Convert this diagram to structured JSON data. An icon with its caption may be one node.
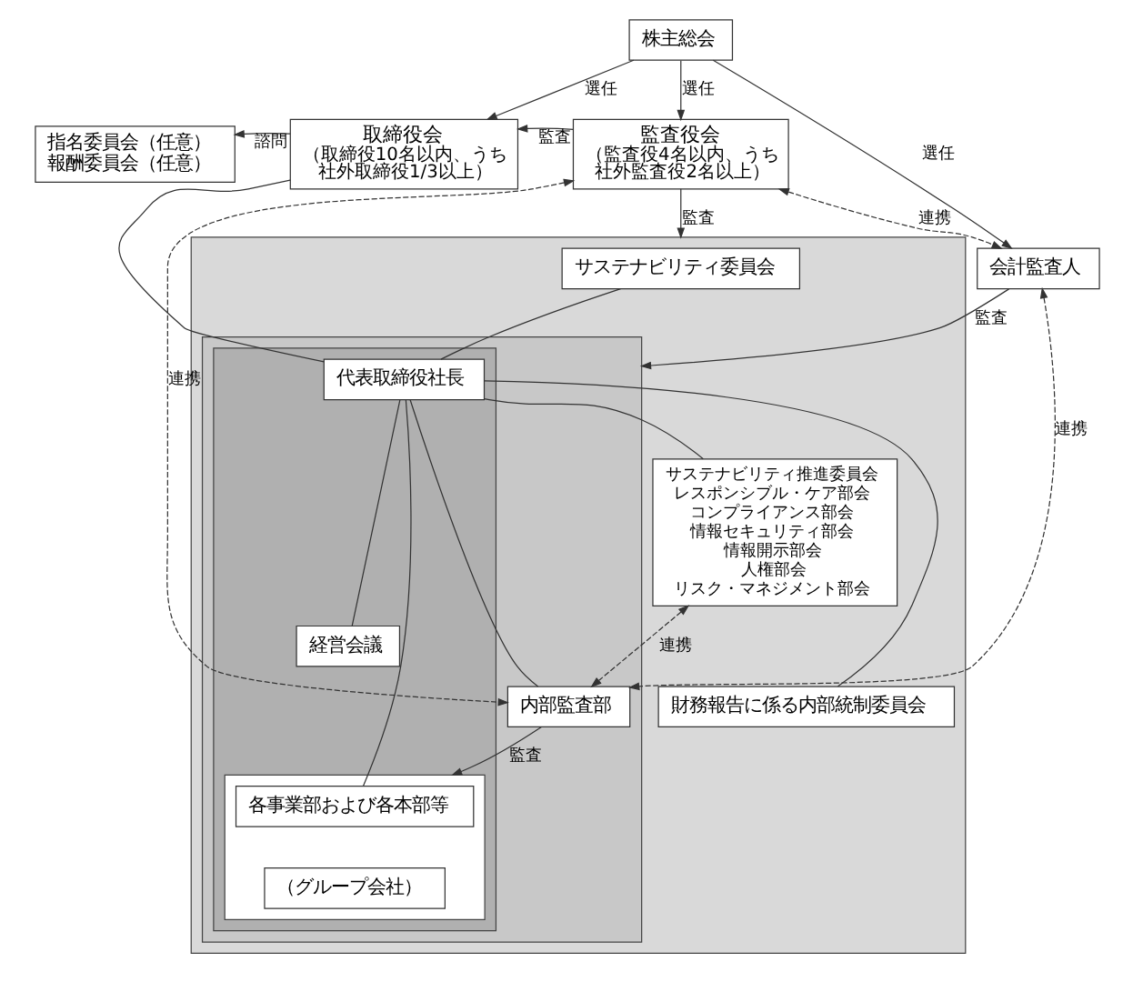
{
  "diagram": {
    "nodes": [
      {
        "text": [
          "株主総会"
        ]
      },
      {
        "text": [
          "指名委員会（任意）報酬委員会（任意）"
        ]
      },
      {
        "text": [
          "取締役会",
          "（取締役10名以内、うち社外取締役1/3以上）"
        ]
      },
      {
        "text": [
          "監査役会",
          "（監査役4名以内、うち社外監査役2名以上）"
        ]
      },
      {
        "text": [],
        "shape": "box"
      },
      {
        "text": [
          "サステナビリティ委員会"
        ],
        "in": 4
      },
      {
        "text": [],
        "shape": "box",
        "in": 4
      },
      {
        "text": [],
        "shape": "box",
        "in": 6
      },
      {
        "text": [
          "代表取締役社長"
        ],
        "in": 7
      },
      {
        "text": [
          "経営会議"
        ],
        "in": 7
      },
      {
        "text": [],
        "shape": "box",
        "in": 7
      },
      {
        "text": [
          "各事業部および各本部等"
        ],
        "in": 10
      },
      {
        "text": [
          "（グループ会社）"
        ],
        "in": 10
      },
      {
        "text": [
          "内部監査部"
        ],
        "in": 6
      },
      {
        "text": [
          "サステナビリティ推進委員会",
          "レスポンシブル・ケア部会",
          "コンプライアンス部会",
          "情報セキュリティ部会",
          "情報開示部会",
          "人権部会",
          "リスク・マネジメント部会"
        ],
        "in": 4
      },
      {
        "text": [
          "財務報告に係る内部統制委員会"
        ],
        "in": 4
      },
      {
        "text": [
          "会計監査人"
        ]
      }
    ],
    "edges": [
      {
        "from": 0,
        "to": 2,
        "arrow": "to",
        "label": "選任"
      },
      {
        "from": 0,
        "to": 3,
        "arrow": "to",
        "label": "選任"
      },
      {
        "from": 0,
        "to": 16,
        "arrow": "to",
        "label": "選任"
      },
      {
        "from": 2,
        "to": 1,
        "arrow": "to",
        "label": "諮問"
      },
      {
        "from": 3,
        "to": 2,
        "arrow": "to",
        "label": "監査"
      },
      {
        "from": 2,
        "to": 8,
        "arrow": "none"
      },
      {
        "from": 5,
        "to": 8,
        "arrow": "none"
      },
      {
        "from": 8,
        "to": 14,
        "arrow": "none"
      },
      {
        "from": 8,
        "to": 15,
        "arrow": "none"
      },
      {
        "from": 8,
        "to": 13,
        "arrow": "none"
      },
      {
        "from": 8,
        "to": 9,
        "arrow": "none"
      },
      {
        "from": 8,
        "to": 11,
        "arrow": "none"
      },
      {
        "from": 3,
        "to": 4,
        "arrow": "to",
        "label": "監査"
      },
      {
        "from": 13,
        "to": 10,
        "arrow": "to",
        "label": "監査"
      },
      {
        "from": 16,
        "to": 6,
        "arrow": "to",
        "label": "監査"
      },
      {
        "from": 3,
        "to": 13,
        "arrow": "both",
        "label": "連携",
        "style": "dashed"
      },
      {
        "from": 3,
        "to": 16,
        "arrow": "both",
        "label": "連携",
        "style": "dashed"
      },
      {
        "from": 14,
        "to": 13,
        "arrow": "both",
        "label": "連携",
        "style": "dashed"
      },
      {
        "from": 16,
        "to": 13,
        "arrow": "both",
        "label": "連携",
        "style": "dashed"
      }
    ]
  }
}
